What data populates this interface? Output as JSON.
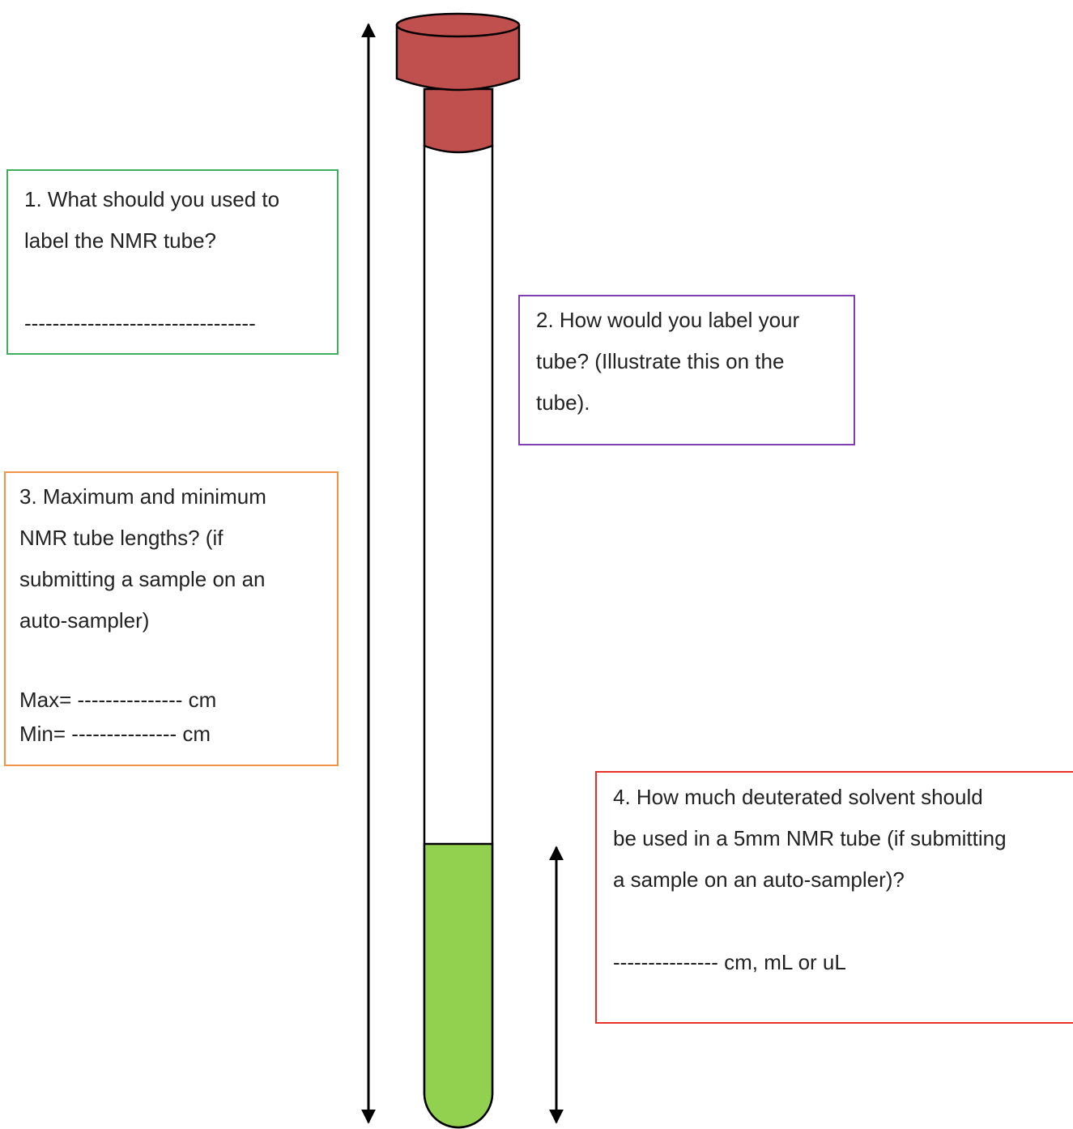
{
  "colors": {
    "cap": "#c0504d",
    "solvent": "#92d050",
    "q1_border": "#3fae5f",
    "q2_border": "#7f3fb0",
    "q3_border": "#f0944a",
    "q4_border": "#e8302a"
  },
  "questions": {
    "q1": {
      "line1": "1. What should you used to",
      "line2": "label the NMR tube?",
      "blank": "---------------------------------"
    },
    "q2": {
      "line1": "2. How would you label your",
      "line2": "tube? (Illustrate this on the",
      "line3": "tube)."
    },
    "q3": {
      "line1": "3. Maximum and minimum",
      "line2": "NMR tube lengths? (if",
      "line3": "submitting a sample on an",
      "line4": "auto-sampler)",
      "max": "Max= --------------- cm",
      "min": "Min= --------------- cm"
    },
    "q4": {
      "line1": "4. How much deuterated solvent should",
      "line2": "be used in a 5mm NMR tube (if submitting",
      "line3": "a sample on an auto-sampler)?",
      "blank": "--------------- cm, mL or uL"
    }
  }
}
